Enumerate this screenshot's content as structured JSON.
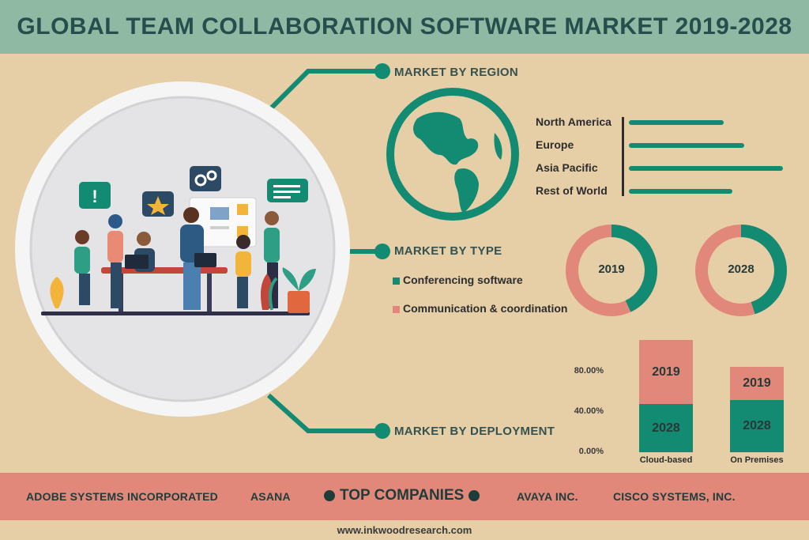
{
  "title": "GLOBAL TEAM COLLABORATION SOFTWARE MARKET 2019-2028",
  "sections": {
    "region": "MARKET BY REGION",
    "type": "MARKET BY TYPE",
    "deployment": "MARKET BY DEPLOYMENT"
  },
  "regions": [
    {
      "label": "North America",
      "level": 0.62
    },
    {
      "label": "Europe",
      "level": 0.75
    },
    {
      "label": "Asia Pacific",
      "level": 1.0
    },
    {
      "label": "Rest of World",
      "level": 0.67
    }
  ],
  "types": [
    {
      "label": "Conferencing software",
      "color": "#138a72"
    },
    {
      "label": "Communication & coordination",
      "color": "#e2887a"
    }
  ],
  "donuts": [
    {
      "label": "2019",
      "teal_share": 0.43
    },
    {
      "label": "2028",
      "teal_share": 0.45
    }
  ],
  "deployment": {
    "y_ticks": [
      "80.00%",
      "40.00%",
      "0.00%"
    ],
    "categories": [
      "Cloud-based",
      "On Premises"
    ],
    "y2019_label": "2019",
    "y2028_label": "2028"
  },
  "chart_data": {
    "type": "bar",
    "categories": [
      "Cloud-based",
      "On Premises"
    ],
    "series": [
      {
        "name": "2028",
        "values": [
          47,
          51
        ]
      },
      {
        "name": "2019",
        "values": [
          63,
          33
        ]
      }
    ],
    "ylim": [
      0,
      110
    ],
    "y_ticks": [
      "80.00%",
      "40.00%",
      "0.00%"
    ]
  },
  "companies": {
    "c1": "ADOBE SYSTEMS INCORPORATED",
    "c2": "ASANA",
    "heading": "TOP COMPANIES",
    "c3": "AVAYA INC.",
    "c4": "CISCO SYSTEMS, INC."
  },
  "url": "www.inkwoodresearch.com",
  "colors": {
    "teal": "#138a72",
    "salmon": "#e2887a",
    "header": "#90b9a4",
    "background": "#e6cfa7"
  }
}
